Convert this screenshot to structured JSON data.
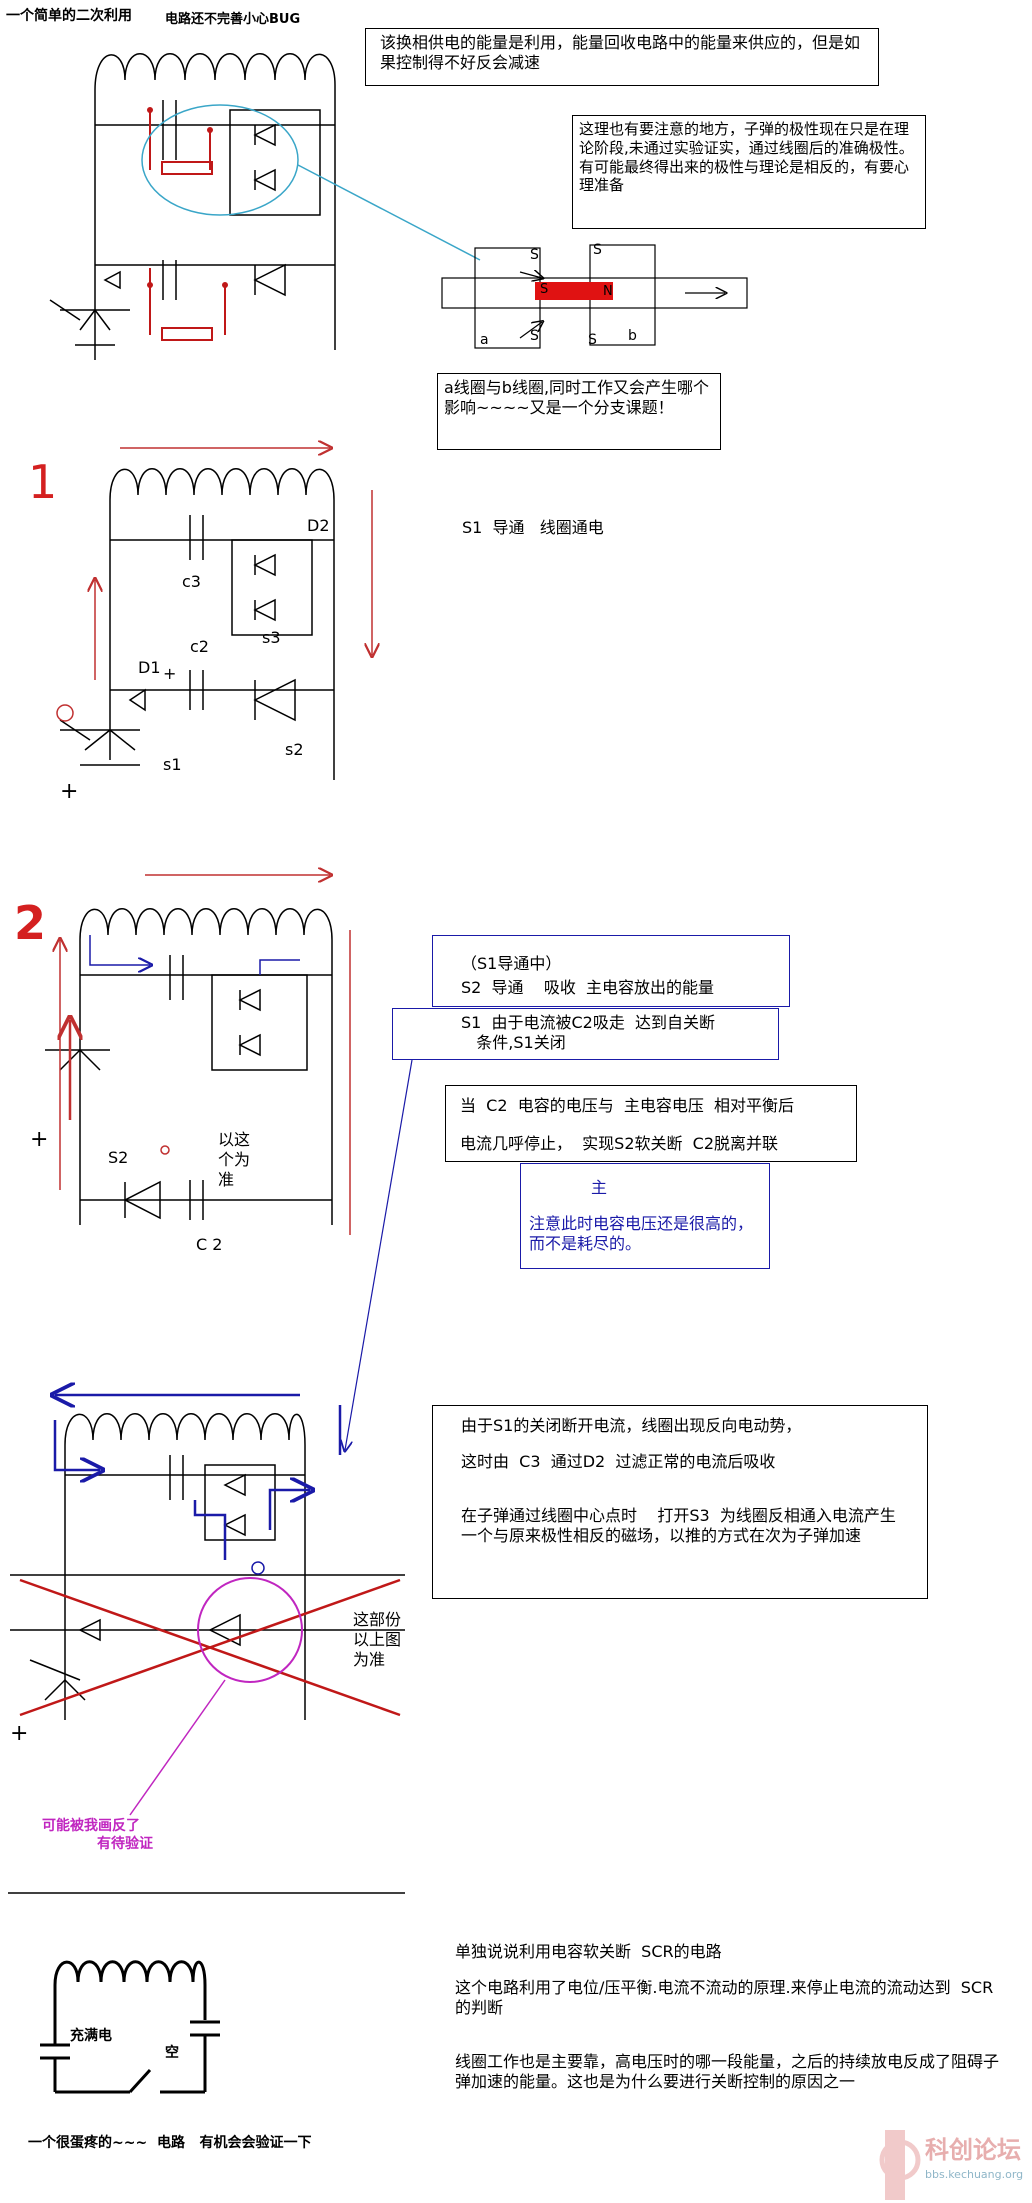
{
  "header": {
    "title": "一个简单的二次利用",
    "bug_note": "电路还不完善小心BUG"
  },
  "notes": {
    "top_box": "该换相供电的能量是利用，能量回收电路中的能量来供应的，但是如果控制得不好反会减速",
    "polarity_box": "这理也有要注意的地方，子弹的极性现在只是在理论阶段,未通过实验证实，通过线圈后的准确极性。有可能最终得出来的极性与理论是相反的，有要心理准备",
    "ab_box": "a线圈与b线圈,同时工作又会产生哪个影响~~~~又是一个分支课题！"
  },
  "coil_diagram": {
    "s_tl": "S",
    "s_tr": "S",
    "s_left": "S",
    "n_label": "N",
    "s_bl": "S",
    "s_br": "S",
    "a_label": "a",
    "b_label": "b"
  },
  "stage1": {
    "number": "1",
    "description": "S1  导通   线圈通电",
    "labels": {
      "d2": "D2",
      "c3": "c3",
      "c2": "c2",
      "s3": "s3",
      "d1": "D1",
      "s1": "s1",
      "s2": "s2",
      "plus1": "+",
      "plus2": "+"
    }
  },
  "stage2": {
    "number": "2",
    "box1_line1": "（S1导通中）",
    "box1_line2": "S2  导通    吸收  主电容放出的能量",
    "box2": "S1  由于电流被C2吸走  达到自关断\n   条件,S1关闭",
    "box3_line1": "当  C2  电容的电压与  主电容电压  相对平衡后",
    "box3_line2": "电流几呼停止，  实现S2软关断  C2脱离并联",
    "note_zhu": "主",
    "note_blue": "注意此时电容电压还是很高的，而不是耗尽的。",
    "labels": {
      "s2": "S2",
      "c2": "C 2",
      "annot": "以这\n个为\n准",
      "plus": "+"
    }
  },
  "stage3": {
    "box_line1": "由于S1的关闭断开电流，线圈出现反向电动势，",
    "box_line2": "这时由  C3  通过D2  过滤正常的电流后吸收",
    "box_line3": "在子弹通过线圈中心点时    打开S3  为线圈反相通入电流产生一个与原来极性相反的磁场，以推的方式在次为子弹加速",
    "side_note": "这部份\n以上图\n为准",
    "pink_note_1": "可能被我画反了",
    "pink_note_2": "有待验证",
    "plus": "+"
  },
  "bottom": {
    "title": "单独说说利用电容软关断  SCR的电路",
    "para1": "这个电路利用了电位/压平衡.电流不流动的原理.来停止电流的流动达到  SCR  的判断",
    "para2": "线圈工作也是主要靠，高电压时的哪一段能量，之后的持续放电反成了阻碍子弹加速的能量。这也是为什么要进行关断控制的原因之一",
    "charged_label": "充满电",
    "empty_label": "空",
    "caption": "一个很蛋疼的~~~  电路   有机会会验证一下"
  },
  "watermark": {
    "brand": "科创论坛",
    "url": "bbs.kechuang.org"
  }
}
